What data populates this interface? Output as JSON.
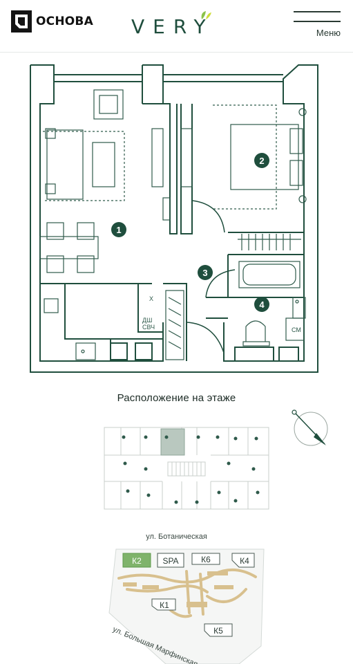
{
  "header": {
    "developer_name": "ОСНОВА",
    "project_name": "VERY",
    "menu_label": "Меню"
  },
  "plan": {
    "rooms": [
      {
        "number": "1"
      },
      {
        "number": "2"
      },
      {
        "number": "3"
      },
      {
        "number": "4"
      }
    ],
    "appliance_labels": {
      "fridge": "Х",
      "dishwasher": "ДШ",
      "microwave": "СВЧ",
      "washer": "СМ"
    },
    "colors": {
      "wall": "#1f4e3d",
      "room_marker": "#1f4e3d",
      "furniture": "#2f5a4b"
    }
  },
  "floor_location": {
    "title": "Расположение на этаже"
  },
  "site": {
    "street_top": "ул. Ботаническая",
    "street_side": "ул. Большая Марфинская",
    "buildings": [
      {
        "label": "К2",
        "active": true
      },
      {
        "label": "SPA",
        "active": false
      },
      {
        "label": "К6",
        "active": false
      },
      {
        "label": "К4",
        "active": false
      },
      {
        "label": "К1",
        "active": false
      },
      {
        "label": "К5",
        "active": false
      }
    ],
    "colors": {
      "active": "#7fb36b",
      "paths": "#d8c08e"
    }
  }
}
